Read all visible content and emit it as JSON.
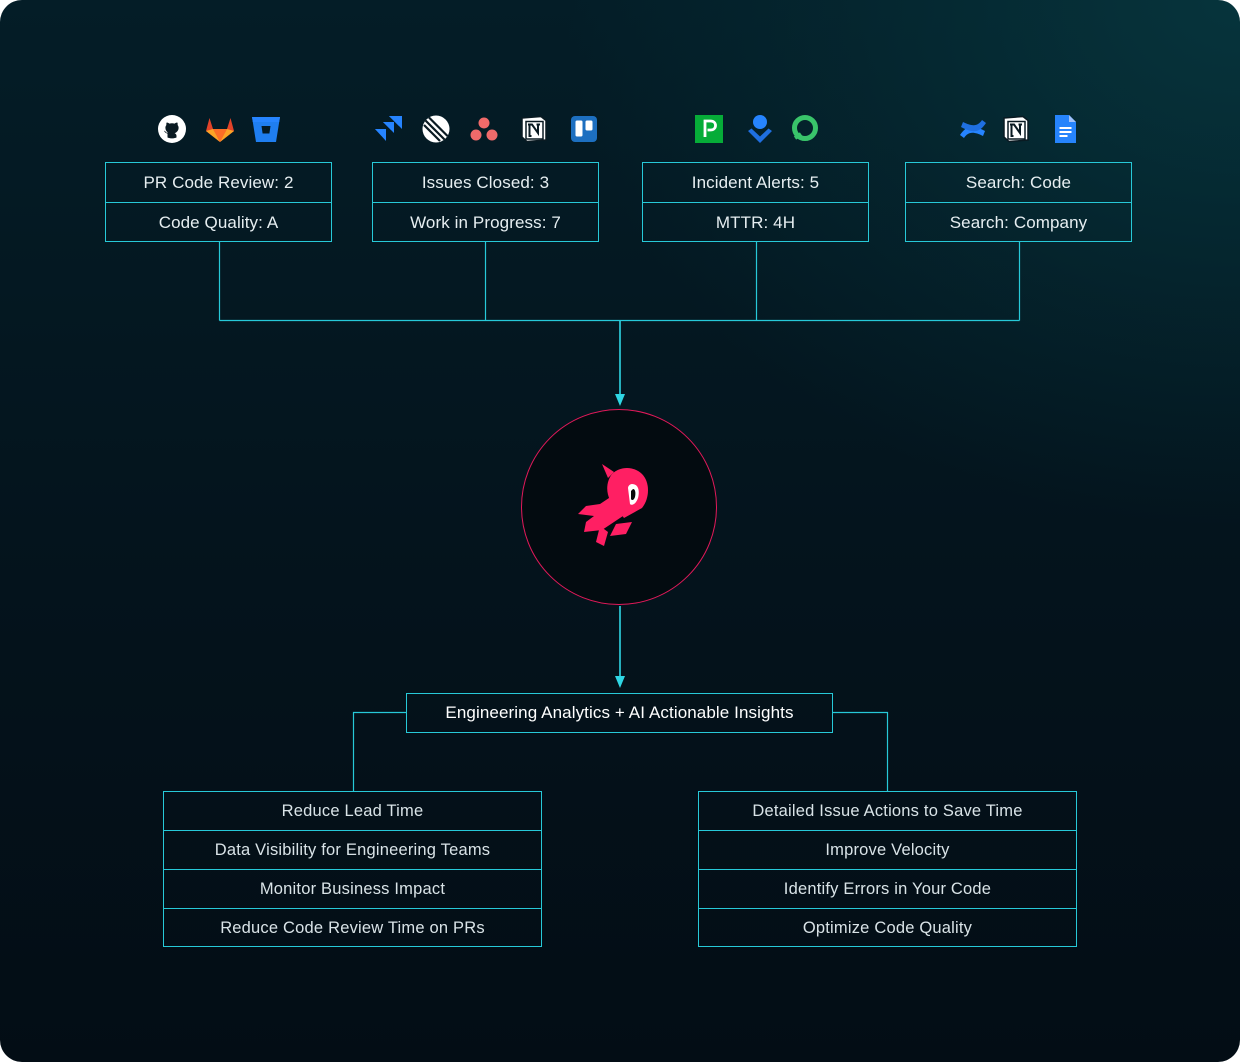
{
  "colors": {
    "background": "#041a24",
    "accent_cyan": "#27c9d8",
    "brand_pink": "#ff1f63"
  },
  "sources": [
    {
      "icons": [
        "github-icon",
        "gitlab-icon",
        "bitbucket-icon"
      ],
      "metrics": [
        "PR Code Review: 2",
        "Code Quality: A"
      ]
    },
    {
      "icons": [
        "jira-icon",
        "linear-icon",
        "asana-icon",
        "notion-icon",
        "trello-icon"
      ],
      "metrics": [
        "Issues Closed: 3",
        "Work in Progress: 7"
      ]
    },
    {
      "icons": [
        "pagerduty-icon",
        "opsgenie-icon",
        "opslevel-icon"
      ],
      "metrics": [
        "Incident Alerts: 5",
        "MTTR: 4H"
      ]
    },
    {
      "icons": [
        "confluence-icon",
        "notion-icon",
        "google-docs-icon"
      ],
      "metrics": [
        "Search: Code",
        "Search: Company"
      ]
    }
  ],
  "hub": {
    "icon": "flying-ninja-logo-icon"
  },
  "insights": {
    "title": "Engineering Analytics + AI Actionable Insights",
    "left": [
      "Reduce Lead Time",
      "Data Visibility for Engineering Teams",
      "Monitor Business Impact",
      "Reduce Code Review Time on PRs"
    ],
    "right": [
      "Detailed Issue Actions to Save Time",
      "Improve Velocity",
      "Identify Errors in Your Code",
      "Optimize Code Quality"
    ]
  }
}
